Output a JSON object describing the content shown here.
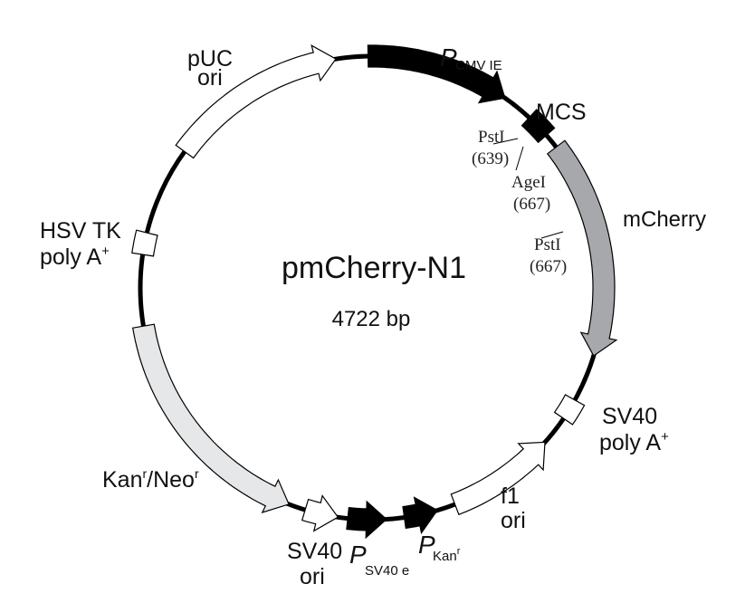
{
  "plasmid": {
    "name": "pmCherry-N1",
    "size_label": "4722 bp",
    "length_bp": 4722
  },
  "colors": {
    "black": "#000000",
    "mcherry": "#a6a8ab",
    "kan": "#e6e7e8",
    "white": "#ffffff"
  },
  "features": [
    {
      "id": "puc-ori",
      "start": 4014,
      "end": 4604,
      "direction": "cw",
      "fill": "#ffffff",
      "type": "arrow"
    },
    {
      "id": "pcmv",
      "start": 4709,
      "end": 459,
      "direction": "cw",
      "fill": "#000000",
      "type": "arrow"
    },
    {
      "id": "mcs",
      "start": 560,
      "end": 640,
      "direction": "none",
      "fill": "#000000",
      "type": "box"
    },
    {
      "id": "mcherry",
      "start": 690,
      "end": 1404,
      "direction": "cw",
      "fill": "#a6a8ab",
      "type": "arrow"
    },
    {
      "id": "sv40-polya",
      "start": 1560,
      "end": 1630,
      "direction": "none",
      "fill": "#ffffff",
      "type": "box"
    },
    {
      "id": "f1-ori",
      "start": 1728,
      "end": 2086,
      "direction": "ccw",
      "fill": "#ffffff",
      "type": "arrow"
    },
    {
      "id": "pkan",
      "start": 2146,
      "end": 2256,
      "direction": "ccw",
      "fill": "#000000",
      "type": "arrow"
    },
    {
      "id": "psv40e",
      "start": 2314,
      "end": 2440,
      "direction": "ccw",
      "fill": "#000000",
      "type": "arrow"
    },
    {
      "id": "sv40-ori",
      "start": 2472,
      "end": 2581,
      "direction": "ccw",
      "fill": "#ffffff",
      "type": "arrow"
    },
    {
      "id": "kan-neo",
      "start": 2637,
      "end": 3417,
      "direction": "ccw",
      "fill": "#e6e7e8",
      "type": "arrow"
    },
    {
      "id": "hsv-tk-polya",
      "start": 3650,
      "end": 3722,
      "direction": "none",
      "fill": "#ffffff",
      "type": "box"
    }
  ],
  "labels": {
    "puc_1": "pUC",
    "puc_2": "ori",
    "pcmv_p": "P",
    "pcmv_sub": "CMV IE",
    "mcs": "MCS",
    "psti1_name": "PstI",
    "psti1_pos": "(639)",
    "agei_name": "AgeI",
    "agei_pos": "(667)",
    "mcherry": "mCherry",
    "psti2_name": "PstI",
    "psti2_pos": "(667)",
    "hsv_1": "HSV TK",
    "hsv_2": "poly A",
    "hsv_sup": "+",
    "sv40pa_1": "SV40",
    "sv40pa_2": "poly A",
    "sv40pa_sup": "+",
    "f1_1": "f1",
    "f1_2": "ori",
    "kan_a": "Kan",
    "kan_sup1": "r",
    "kan_b": "/Neo",
    "kan_sup2": "r",
    "sv40ori_1": "SV40",
    "sv40ori_2": "ori",
    "psv40_p": "P",
    "psv40_sub": "SV40 e",
    "pkan_p": "P",
    "pkan_sub": "Kan",
    "pkan_sup": "r"
  }
}
